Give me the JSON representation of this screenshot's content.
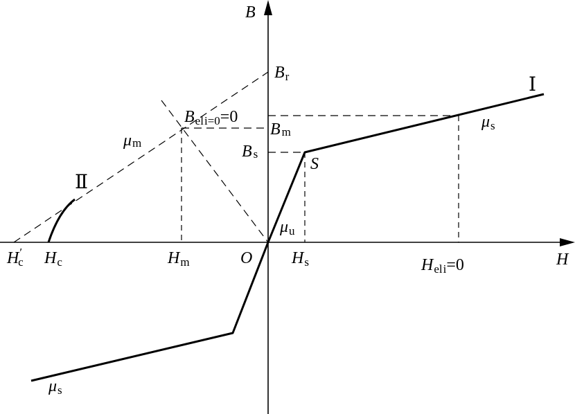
{
  "axes": {
    "h_axis": {
      "symbol": "H"
    },
    "b_axis": {
      "symbol": "B"
    },
    "origin": "O"
  },
  "labels": {
    "br": {
      "main": "B",
      "sub": "r"
    },
    "bm": {
      "main": "B",
      "sub": "m"
    },
    "bs": {
      "main": "B",
      "sub": "s"
    },
    "bel": {
      "main": "B",
      "sub": "el",
      "i": "i",
      "eq": "=0",
      "eq2": "=0"
    },
    "hm": {
      "main": "H",
      "sub": "m"
    },
    "hs": {
      "main": "H",
      "sub": "s"
    },
    "hc": {
      "main": "H",
      "sub": "c"
    },
    "hc_prime": {
      "main": "H",
      "prime": "′",
      "sub": "c"
    },
    "hel": {
      "main": "H",
      "sub": "el",
      "i": "i",
      "eq": "=0"
    },
    "mu_m": {
      "main": "μ",
      "sub": "m"
    },
    "mu_s_top": {
      "main": "μ",
      "sub": "s"
    },
    "mu_s_bottom": {
      "main": "μ",
      "sub": "s"
    },
    "mu_u": {
      "main": "μ",
      "sub": "u"
    },
    "point_s": "S",
    "curve_1": "Ⅰ",
    "curve_2": "Ⅱ"
  },
  "style": {
    "line_color": "#000000",
    "background": "#ffffff"
  }
}
